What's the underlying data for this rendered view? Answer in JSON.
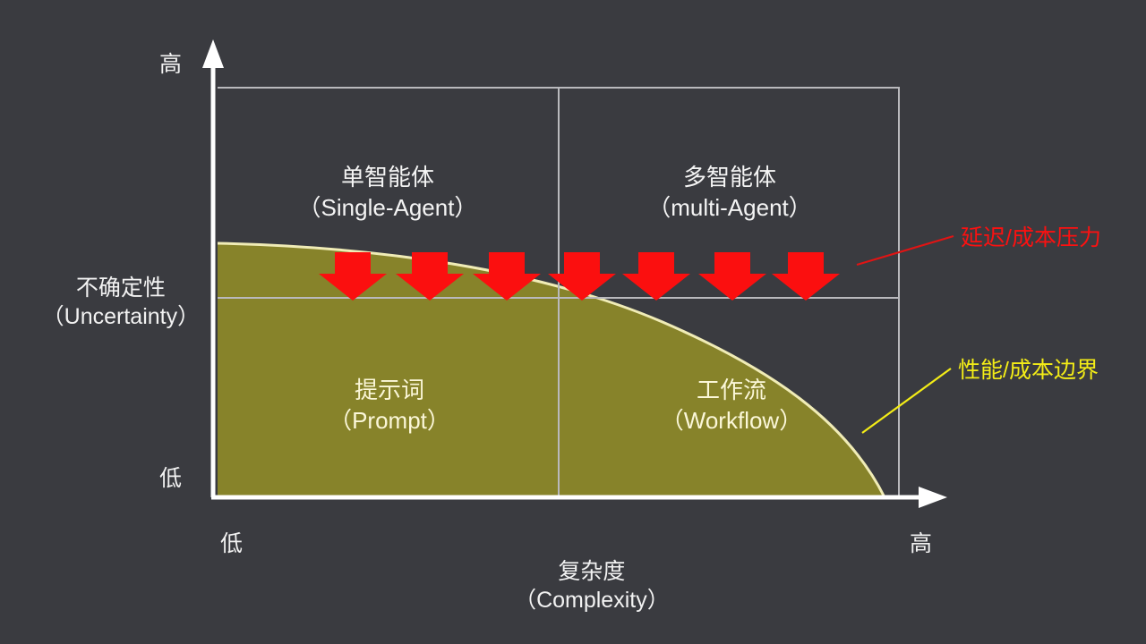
{
  "figure": {
    "background_color": "#3a3b40",
    "plot_fill_color": "#87832a",
    "grid_line_color": "#b9b9bd",
    "axis_color": "#ffffff",
    "boundary_color": "#f0ecb6"
  },
  "axes": {
    "y": {
      "name_cn": "不确定性",
      "name_en": "（Uncertainty）",
      "high_label": "高",
      "low_label": "低"
    },
    "x": {
      "name_cn": "复杂度",
      "name_en": "（Complexity）",
      "high_label": "高",
      "low_label": "低"
    }
  },
  "quadrants": [
    {
      "id": "single-agent",
      "line1": "单智能体",
      "line2": "（Single-Agent）",
      "region": "top-left",
      "on_olive": false
    },
    {
      "id": "multi-agent",
      "line1": "多智能体",
      "line2": "（multi-Agent）",
      "region": "top-right",
      "on_olive": false
    },
    {
      "id": "prompt",
      "line1": "提示词",
      "line2": "（Prompt）",
      "region": "bottom-left",
      "on_olive": true
    },
    {
      "id": "workflow",
      "line1": "工作流",
      "line2": "（Workflow）",
      "region": "bottom-right",
      "on_olive": true
    }
  ],
  "callouts": [
    {
      "id": "latency-cost-pressure",
      "text": "延迟/成本压力",
      "color": "#fb1111"
    },
    {
      "id": "performance-cost-boundary",
      "text": "性能/成本边界",
      "color": "#f3ec17"
    }
  ],
  "pressure_arrows": {
    "count": 7,
    "color": "#fb0f0f",
    "direction": "down"
  },
  "chart_data": {
    "type": "area",
    "title": "",
    "xlabel": "复杂度（Complexity）",
    "ylabel": "不确定性（Uncertainty）",
    "xlim": [
      0,
      1
    ],
    "ylim": [
      0,
      1
    ],
    "xtick_labels": [
      "低",
      "高"
    ],
    "ytick_labels": [
      "低",
      "高"
    ],
    "grid": true,
    "series": [
      {
        "name": "性能/成本边界",
        "x": [
          0.0,
          0.15,
          0.3,
          0.45,
          0.6,
          0.72,
          0.82,
          0.9,
          0.95,
          0.98,
          1.0
        ],
        "y": [
          0.62,
          0.605,
          0.58,
          0.54,
          0.48,
          0.41,
          0.33,
          0.23,
          0.14,
          0.07,
          0.0
        ]
      }
    ],
    "quadrant_divider_x": 0.5,
    "quadrant_divider_y": 0.5,
    "annotations": [
      "单智能体（Single-Agent）",
      "多智能体（multi-Agent）",
      "提示词（Prompt）",
      "工作流（Workflow）",
      "延迟/成本压力",
      "性能/成本边界"
    ]
  }
}
